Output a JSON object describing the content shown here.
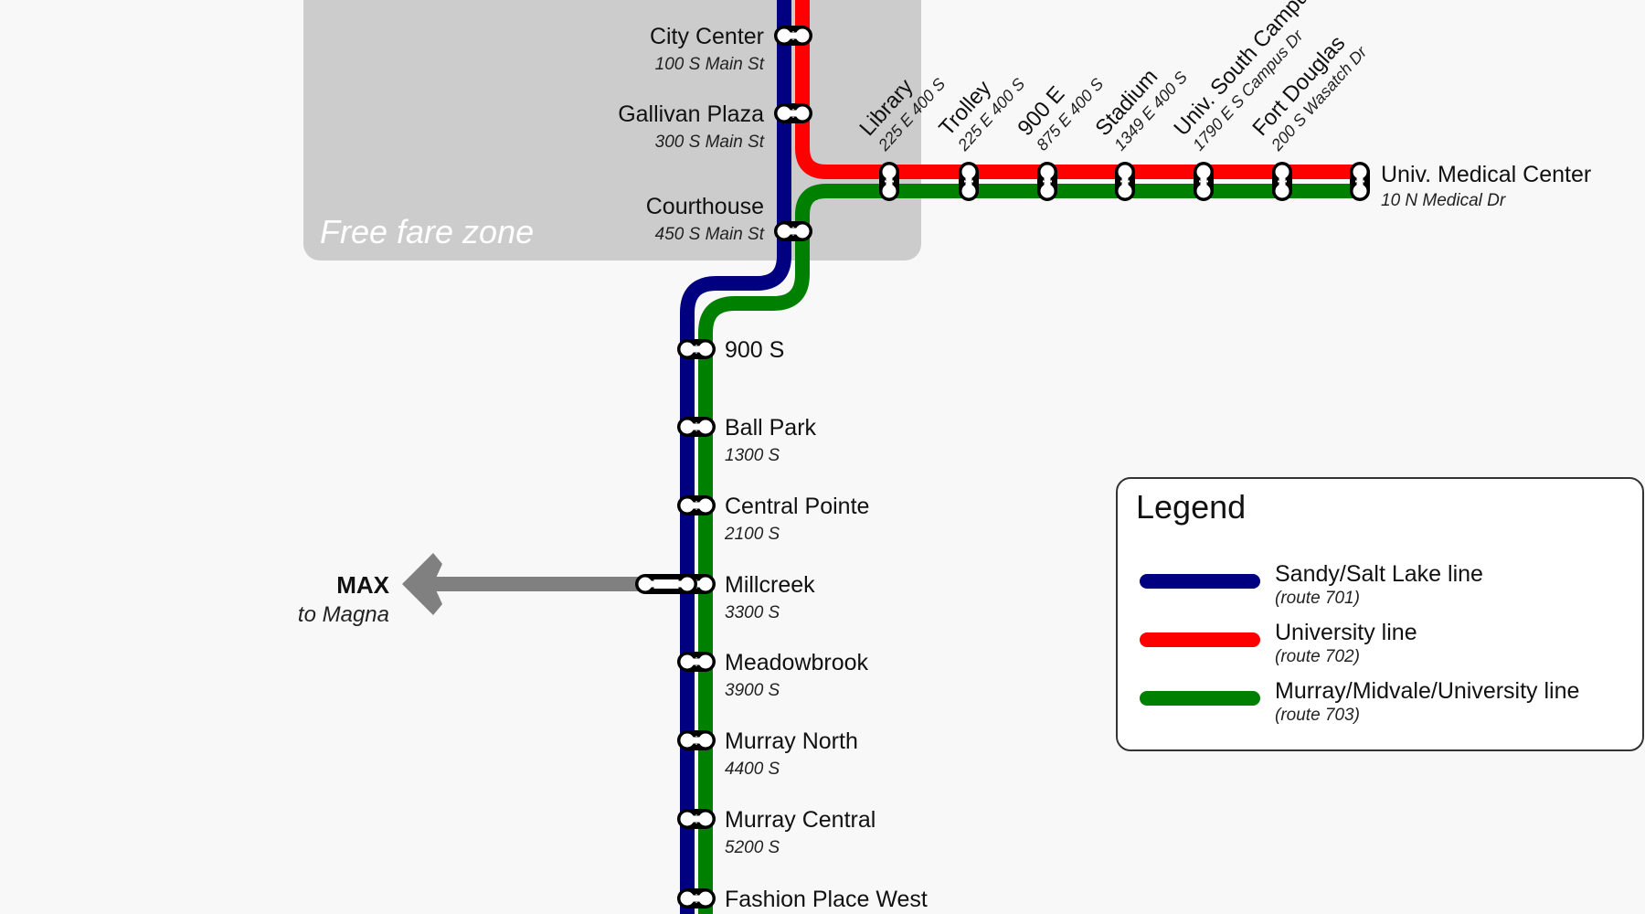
{
  "colors": {
    "sandy": "#000080",
    "university": "#ff0000",
    "murray": "#008000",
    "max": "#808080",
    "zone": "#cccccc"
  },
  "zone_label": "Free fare zone",
  "downtown_stations": [
    {
      "name": "City Center",
      "address": "100 S Main St"
    },
    {
      "name": "Gallivan Plaza",
      "address": "300 S Main St"
    },
    {
      "name": "Courthouse",
      "address": "450 S Main St"
    }
  ],
  "university_stations": [
    {
      "name": "Library",
      "address": "225 E 400 S"
    },
    {
      "name": "Trolley",
      "address": "225 E 400 S"
    },
    {
      "name": "900 E",
      "address": "875 E 400 S"
    },
    {
      "name": "Stadium",
      "address": "1349 E 400 S"
    },
    {
      "name": "Univ. South Campus",
      "address": "1790 E S Campus Dr"
    },
    {
      "name": "Fort Douglas",
      "address": "200 S Wasatch Dr"
    }
  ],
  "terminus": {
    "name": "Univ. Medical Center",
    "address": "10 N Medical Dr"
  },
  "south_stations": [
    {
      "name": "900 S",
      "address": ""
    },
    {
      "name": "Ball Park",
      "address": "1300 S"
    },
    {
      "name": "Central Pointe",
      "address": "2100 S"
    },
    {
      "name": "Millcreek",
      "address": "3300 S"
    },
    {
      "name": "Meadowbrook",
      "address": "3900 S"
    },
    {
      "name": "Murray North",
      "address": "4400 S"
    },
    {
      "name": "Murray Central",
      "address": "5200 S"
    },
    {
      "name": "Fashion Place West",
      "address": ""
    }
  ],
  "max": {
    "name": "MAX",
    "destination": "to Magna"
  },
  "legend": {
    "title": "Legend",
    "items": [
      {
        "label": "Sandy/Salt Lake line",
        "route": "(route 701)",
        "color": "#000080"
      },
      {
        "label": "University line",
        "route": "(route 702)",
        "color": "#ff0000"
      },
      {
        "label": "Murray/Midvale/University line",
        "route": "(route 703)",
        "color": "#008000"
      }
    ]
  }
}
